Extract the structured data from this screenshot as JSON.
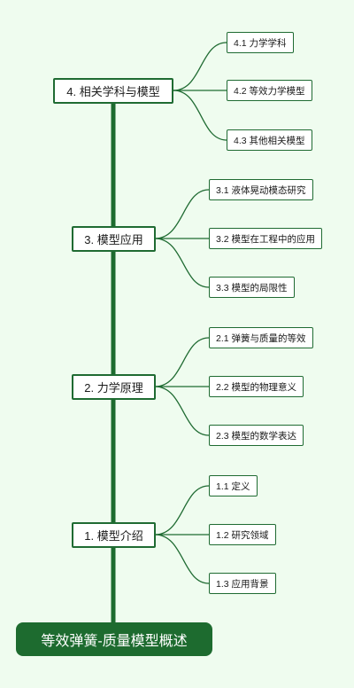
{
  "root": {
    "label": "等效弹簧-质量模型概述"
  },
  "branches": [
    {
      "label": "4. 相关学科与模型",
      "children": [
        "4.1 力学学科",
        "4.2 等效力学模型",
        "4.3 其他相关模型"
      ]
    },
    {
      "label": "3. 模型应用",
      "children": [
        "3.1 液体晃动模态研究",
        "3.2 模型在工程中的应用",
        "3.3 模型的局限性"
      ]
    },
    {
      "label": "2. 力学原理",
      "children": [
        "2.1 弹簧与质量的等效",
        "2.2 模型的物理意义",
        "2.3 模型的数学表达"
      ]
    },
    {
      "label": "1. 模型介绍",
      "children": [
        "1.1 定义",
        "1.2 研究领域",
        "1.3 应用背景"
      ]
    }
  ],
  "colors": {
    "background": "#effcef",
    "line": "#1f6b32",
    "root_fill": "#1d6b2f"
  }
}
